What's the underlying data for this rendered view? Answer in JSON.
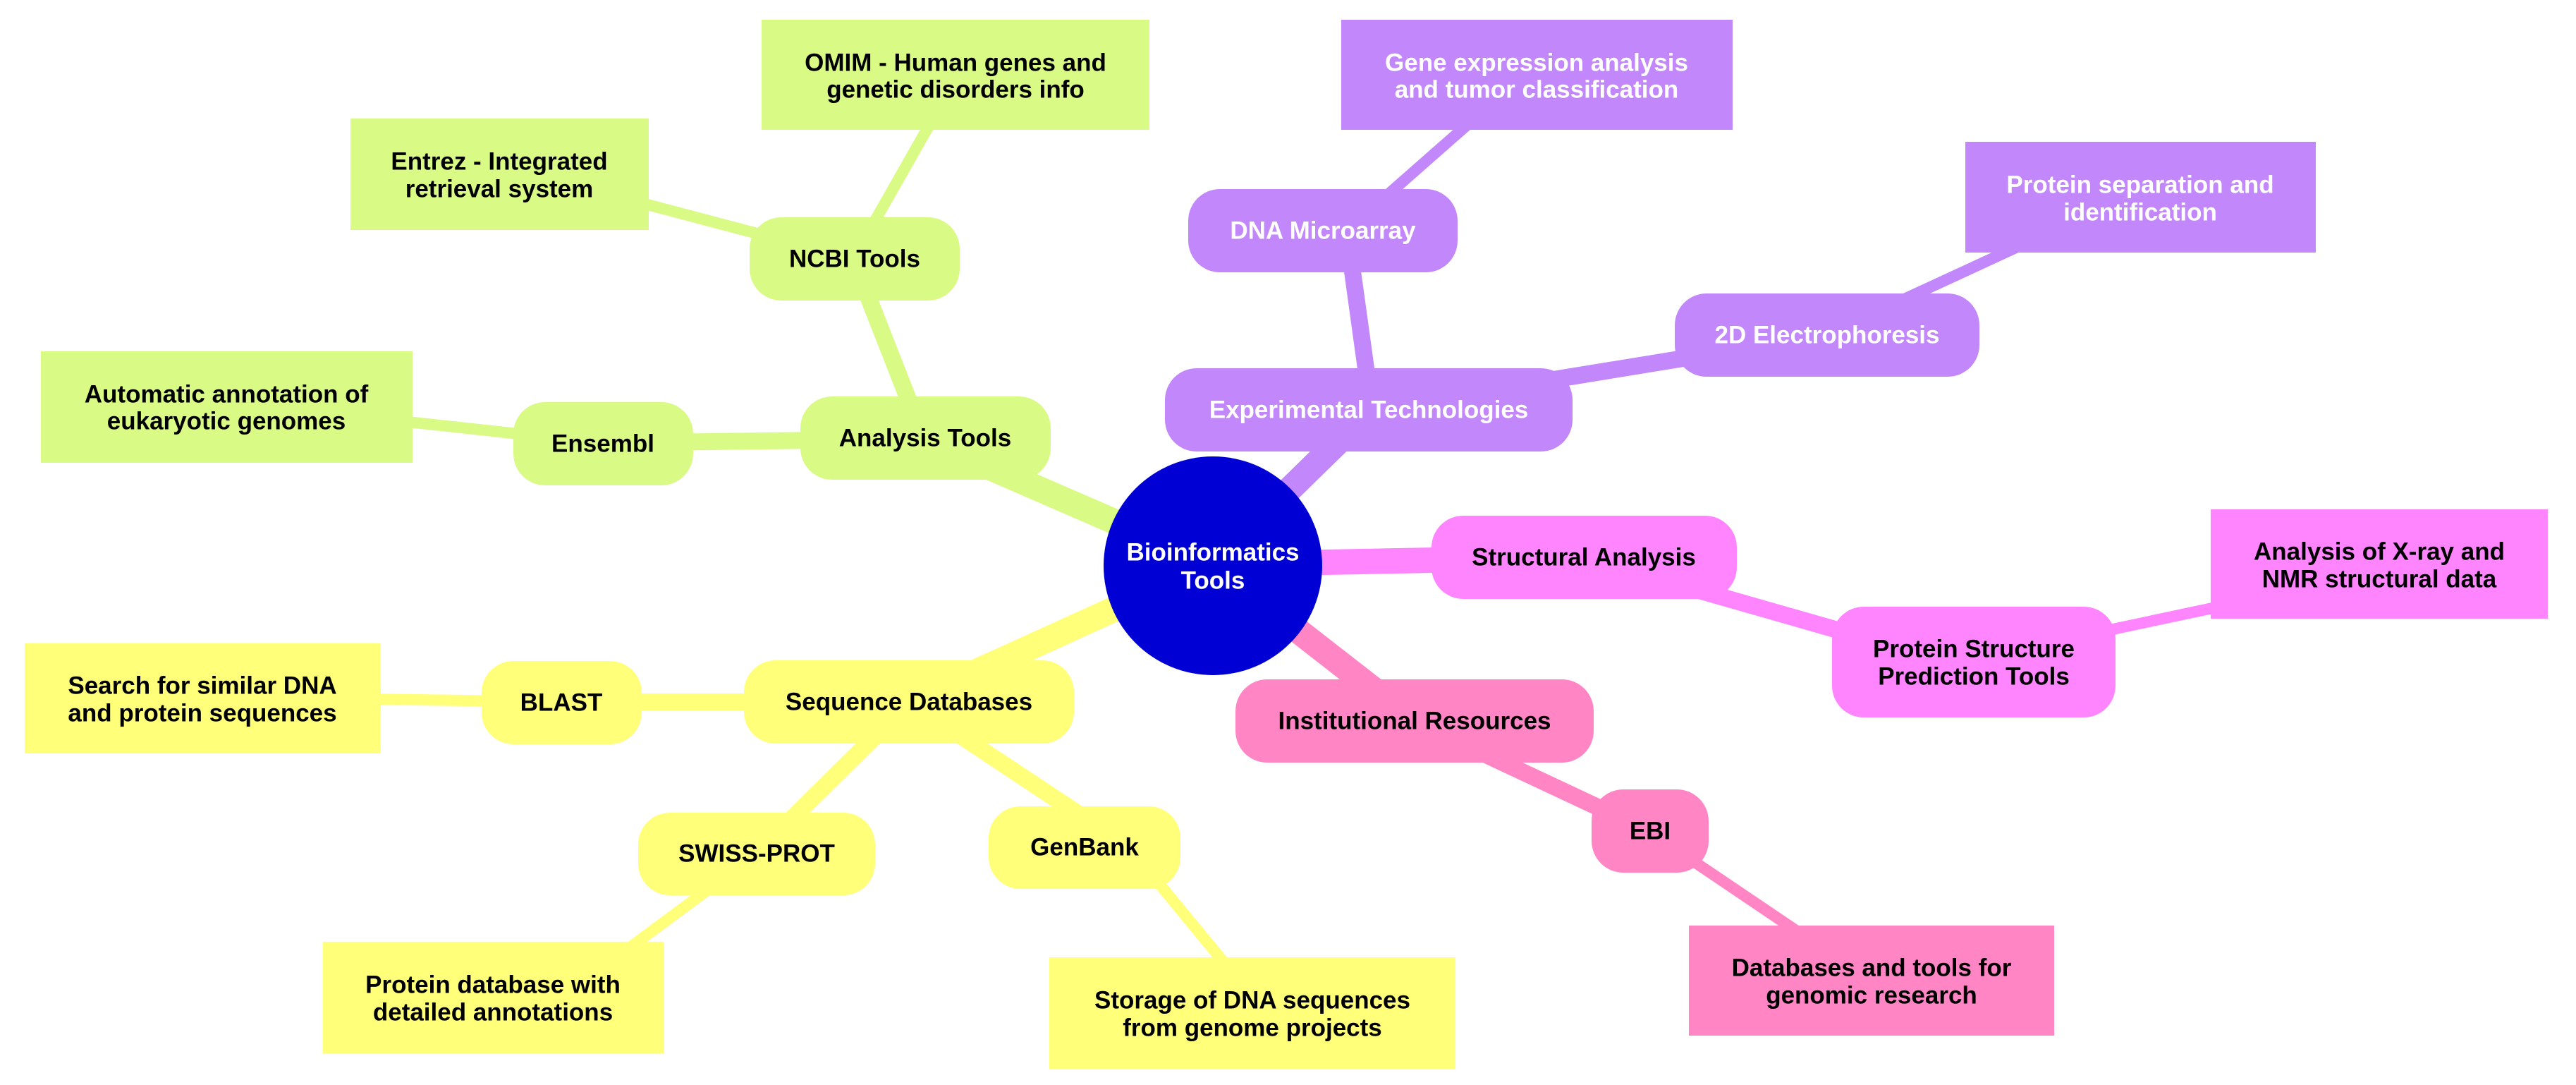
{
  "colors": {
    "center": "#0000d4",
    "center_text": "#ffffff",
    "analysis": "#d9fb86",
    "sequence": "#ffff7a",
    "experimental": "#c187fb",
    "structural": "#ff85ff",
    "institutional": "#ff85c5",
    "dark_text": "#000000",
    "light_text": "#ffffff"
  },
  "center": {
    "line1": "Bioinformatics",
    "line2": "Tools"
  },
  "branches": {
    "analysis": {
      "label": "Analysis Tools",
      "ncbi": {
        "label": "NCBI Tools",
        "omim": {
          "line1": "OMIM - Human genes and",
          "line2": "genetic disorders info"
        },
        "entrez": {
          "line1": "Entrez - Integrated",
          "line2": "retrieval system"
        }
      },
      "ensembl": {
        "label": "Ensembl",
        "desc": {
          "line1": "Automatic annotation of",
          "line2": "eukaryotic genomes"
        }
      }
    },
    "sequence": {
      "label": "Sequence Databases",
      "blast": {
        "label": "BLAST",
        "desc": {
          "line1": "Search for similar DNA",
          "line2": "and protein sequences"
        }
      },
      "swissprot": {
        "label": "SWISS-PROT",
        "desc": {
          "line1": "Protein database with",
          "line2": "detailed annotations"
        }
      },
      "genbank": {
        "label": "GenBank",
        "desc": {
          "line1": "Storage of DNA sequences",
          "line2": "from genome projects"
        }
      }
    },
    "experimental": {
      "label": "Experimental Technologies",
      "microarray": {
        "label": "DNA Microarray",
        "desc": {
          "line1": "Gene expression analysis",
          "line2": "and tumor classification"
        }
      },
      "electrophoresis": {
        "label": "2D Electrophoresis",
        "desc": {
          "line1": "Protein separation and",
          "line2": "identification"
        }
      }
    },
    "structural": {
      "label": "Structural Analysis",
      "prediction": {
        "line1": "Protein Structure",
        "line2": "Prediction Tools",
        "desc": {
          "line1": "Analysis of X-ray and",
          "line2": "NMR structural data"
        }
      }
    },
    "institutional": {
      "label": "Institutional Resources",
      "ebi": {
        "label": "EBI",
        "desc": {
          "line1": "Databases and tools for",
          "line2": "genomic research"
        }
      }
    }
  }
}
